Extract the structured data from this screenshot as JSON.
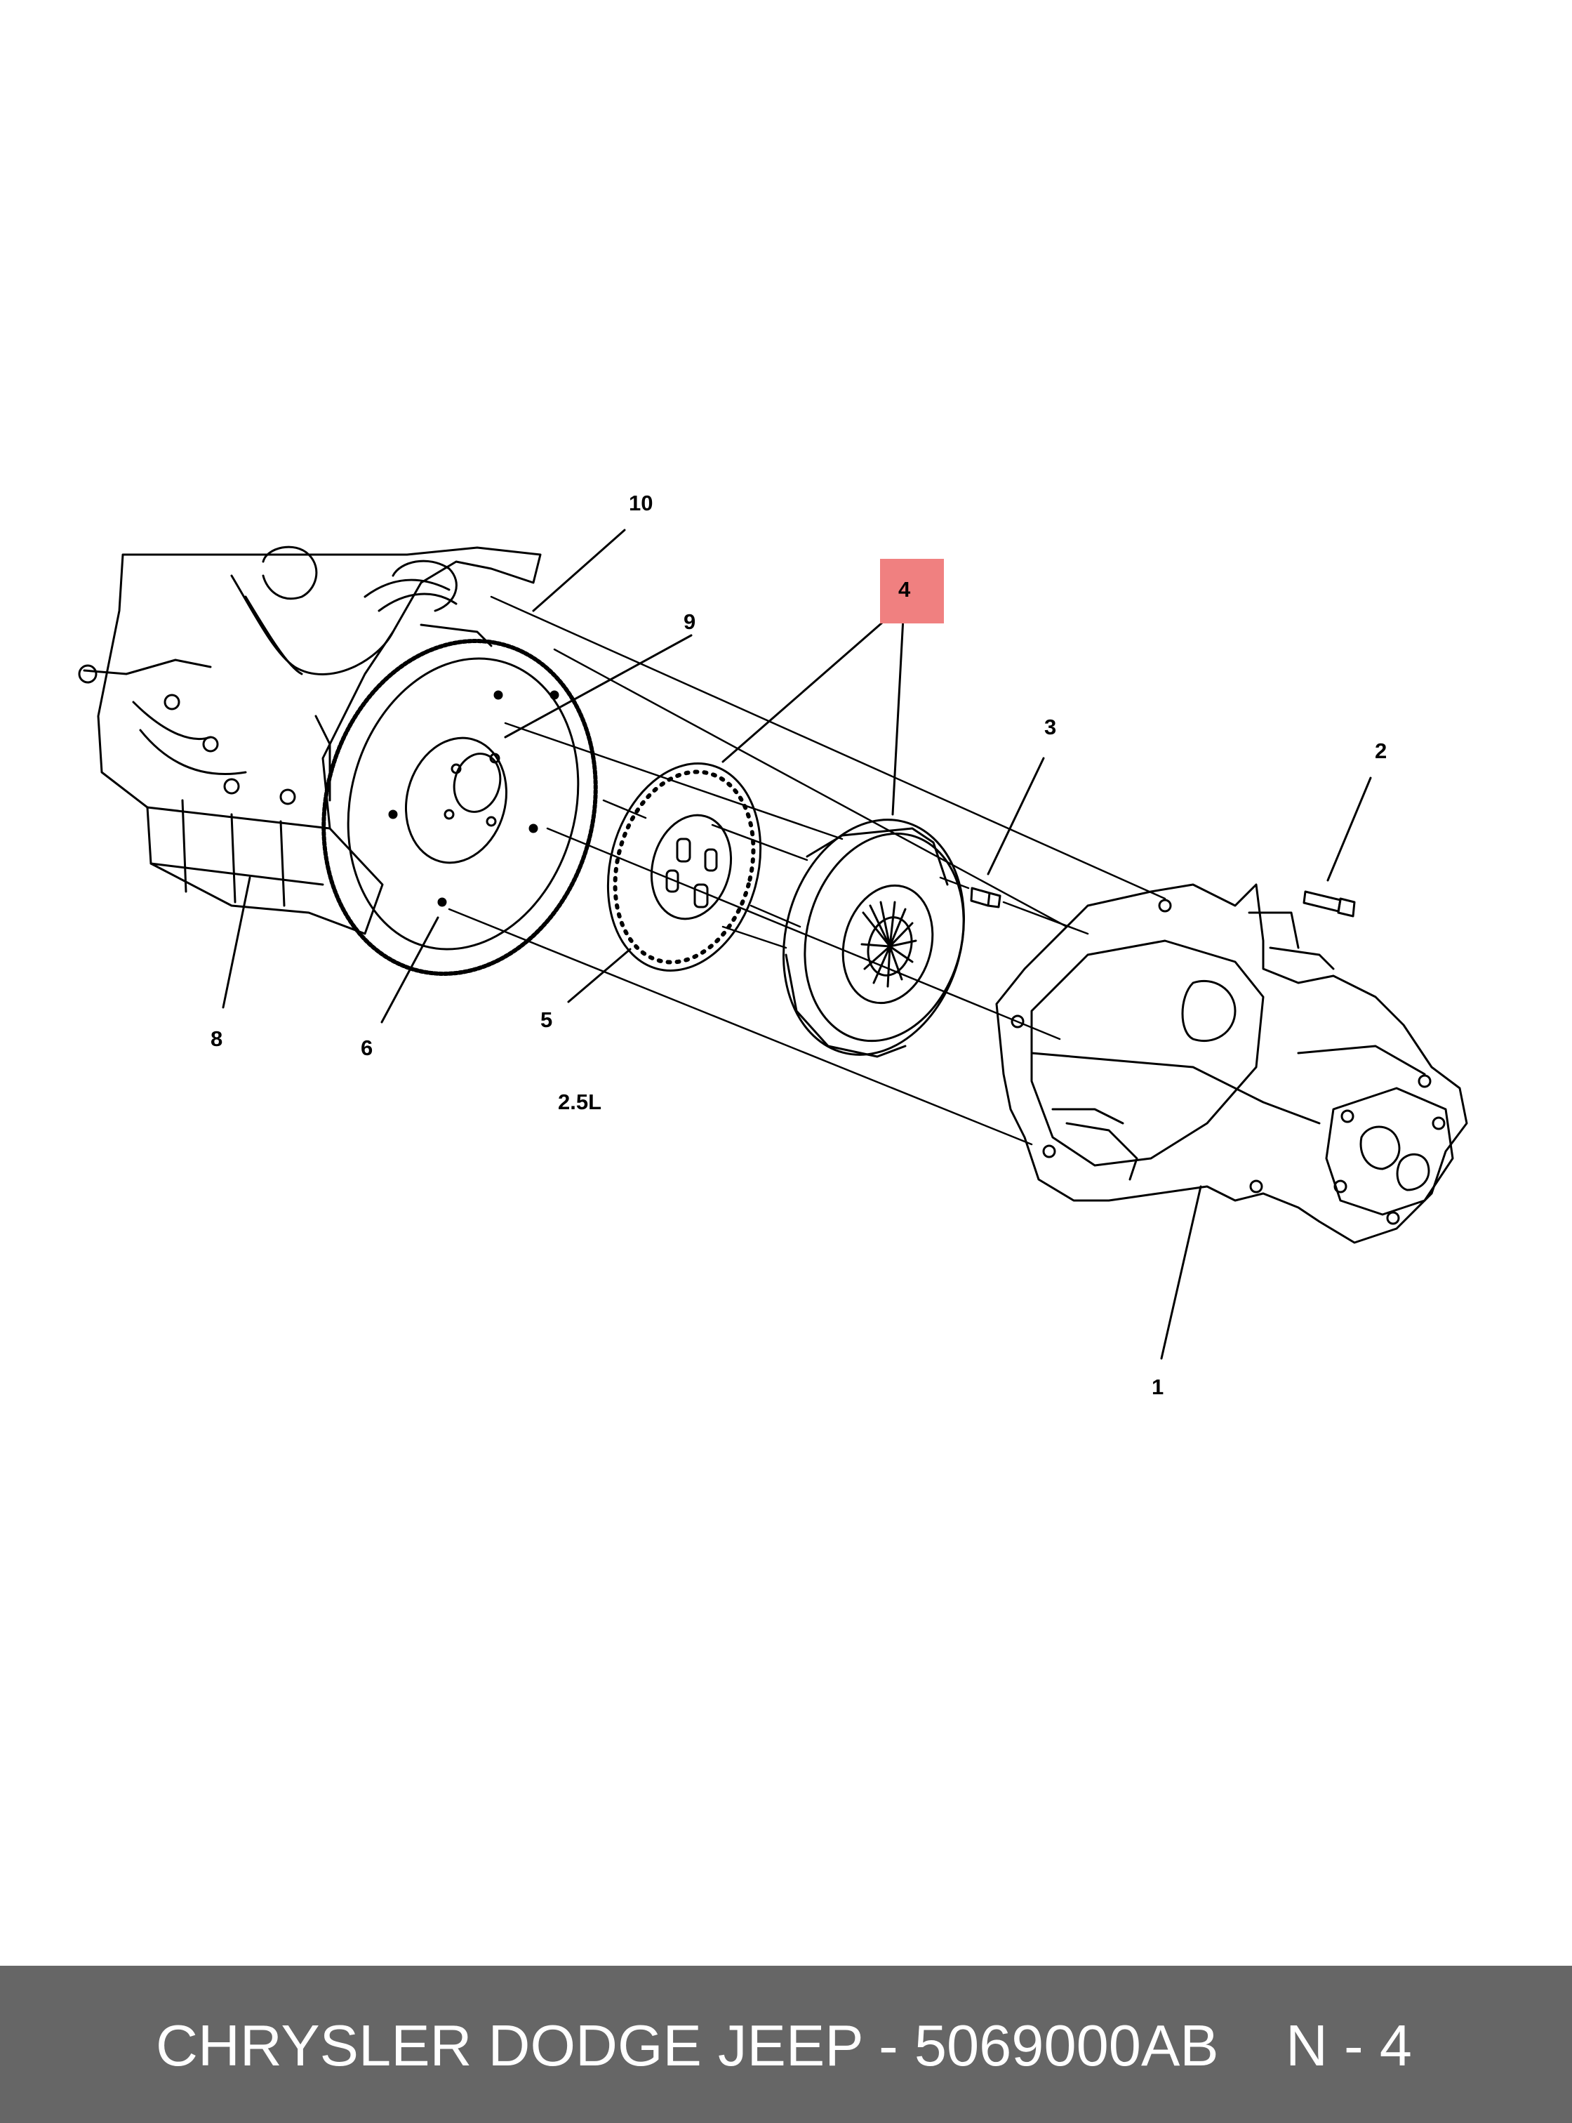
{
  "diagram": {
    "engine_label": "2.5L",
    "callouts": {
      "c1": "1",
      "c2": "2",
      "c3": "3",
      "c4": "4",
      "c5": "5",
      "c6": "6",
      "c8": "8",
      "c9": "9",
      "c10": "10"
    },
    "highlight_color": "#f08080"
  },
  "footer": {
    "title": "CHRYSLER DODGE JEEP - 5069000AB",
    "code": "N - 4",
    "background": "#666666",
    "text_color": "#ffffff"
  }
}
